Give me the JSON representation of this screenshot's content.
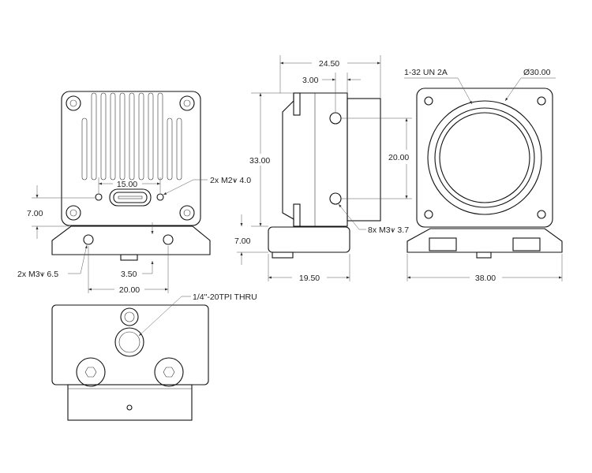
{
  "title": "Camera module dimension drawing",
  "front_view": {
    "dim_hole_spacing_top": "15.00",
    "note_m2": "2x M2⩛ 4.0",
    "dim_height_left": "7.00",
    "note_m3_base": "2x M3⩛ 6.5",
    "dim_tab_offset": "3.50",
    "dim_hole_spacing_base": "20.00"
  },
  "side_view": {
    "dim_depth": "24.50",
    "dim_offset": "3.00",
    "dim_height": "33.00",
    "dim_hole_spacing": "20.00",
    "dim_base_height": "7.00",
    "note_m3": "8x M3⩛ 3.7",
    "dim_base_depth": "19.50"
  },
  "lens_view": {
    "note_thread": "1-32 UN 2A",
    "note_diameter": "Ø30.00",
    "dim_width": "38.00"
  },
  "bottom_view": {
    "note_tripod": "1/4\"-20TPI THRU"
  }
}
